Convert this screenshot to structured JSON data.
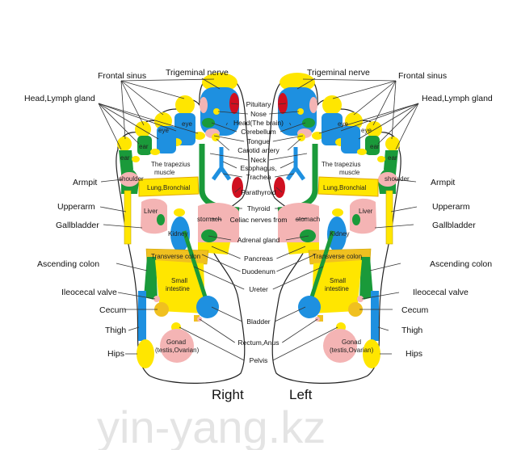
{
  "colors": {
    "yellow": "#ffe600",
    "blue": "#1e90e0",
    "green": "#1a9a3a",
    "pink": "#f4b4b4",
    "red": "#d01020",
    "orange": "#f0c020"
  },
  "outer_labels": {
    "frontal_sinus": "Frontal sinus",
    "trigeminal_nerve": "Trigeminal nerve",
    "head_lymph": "Head,Lymph gland",
    "armpit": "Armpit",
    "upperarm": "Upperarm",
    "gallbladder": "Gallbladder",
    "ascending_colon": "Ascending colon",
    "ileocecal_valve": "Ileocecal valve",
    "cecum": "Cecum",
    "thigh": "Thigh",
    "hips": "Hips"
  },
  "center_labels": [
    "Pituitary",
    "Nose",
    "Head(The brain)",
    "Cerebellum",
    "Tongue",
    "Carotid artery",
    "Neck",
    "Esophagus,",
    "Trachea",
    "Parathyroid",
    "Thyroid",
    "Celiac nerves from",
    "Adrenal gland",
    "Pancreas",
    "Duodenum",
    "Ureter",
    "Bladder",
    "Rectum,Anus",
    "Pelvis"
  ],
  "inner_labels": {
    "eye": "eye",
    "ear": "ear",
    "trapezius1": "The trapezius",
    "trapezius2": "muscle",
    "shoulder": "shoulder",
    "lung": "Lung,Bronchial",
    "liver": "Liver",
    "kidney": "Kidney",
    "stomach": "stomach",
    "transverse_colon": "Transverse colon",
    "small_intestine1": "Small",
    "small_intestine2": "intestine",
    "gonad1": "Gonad",
    "gonad2": "(testis,Ovarian)"
  },
  "feet": {
    "right": "Right",
    "left": "Left"
  },
  "watermark": "yin-yang.kz"
}
